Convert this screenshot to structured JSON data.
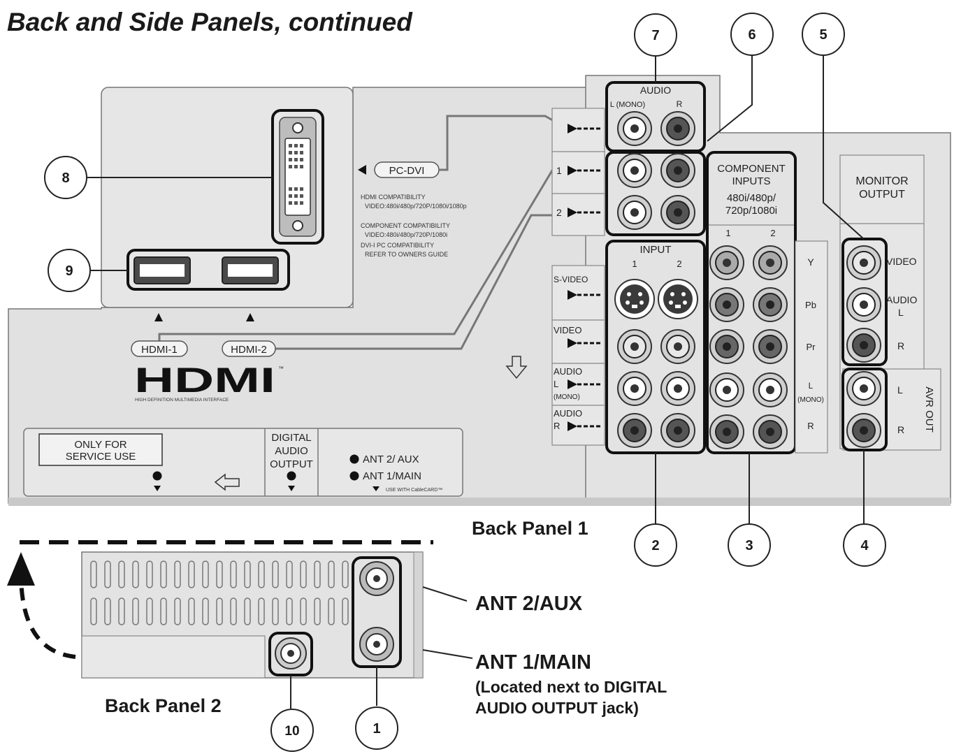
{
  "title": "Back and Side Panels, continued",
  "callouts": [
    "1",
    "2",
    "3",
    "4",
    "5",
    "6",
    "7",
    "8",
    "9",
    "10"
  ],
  "back_panel_1": {
    "caption": "Back Panel 1",
    "pc_dvi": "PC-DVI",
    "compat": {
      "hdmi_title": "HDMI COMPATIBILITY",
      "hdmi_video": "VIDEO:480i/480p/720P/1080i/1080p",
      "comp_title": "COMPONENT COMPATIBILITY",
      "comp_video": "VIDEO:480i/480p/720P/1080i",
      "dvi_title": "DVI-I PC  COMPATIBILITY",
      "dvi_ref": "REFER TO OWNERS GUIDE"
    },
    "hdmi1": "HDMI-1",
    "hdmi2": "HDMI-2",
    "hdmi_logo": "HDMI",
    "hdmi_tm": "™",
    "hdmi_sub": "HIGH DEFINITION MULTIMEDIA INTERFACE",
    "service_line1": "ONLY FOR",
    "service_line2": "SERVICE USE",
    "digital1": "DIGITAL",
    "digital2": "AUDIO",
    "digital3": "OUTPUT",
    "ant2": "ANT 2/ AUX",
    "ant1": "ANT 1/MAIN",
    "cablecard": "USE WITH CableCARD™",
    "audio": "AUDIO",
    "audio_l": "L (MONO)",
    "audio_r": "R",
    "row1": "1",
    "row2": "2",
    "input": "INPUT",
    "in1": "1",
    "in2": "2",
    "svideo": "S-VIDEO",
    "video": "VIDEO",
    "audio_l_left": "AUDIO",
    "l_mark": "L",
    "mono": "(MONO)",
    "audio_r_left": "AUDIO",
    "r_mark": "R",
    "component1": "COMPONENT",
    "component2": "INPUTS",
    "component3": "480i/480p/",
    "component4": "720p/1080i",
    "comp_col1": "1",
    "comp_col2": "2",
    "y": "Y",
    "pb": "Pb",
    "pr": "Pr",
    "comp_l": "L",
    "comp_mono": "(MONO)",
    "comp_r": "R",
    "monitor1": "MONITOR",
    "monitor2": "OUTPUT",
    "mon_video": "VIDEO",
    "mon_audio": "AUDIO",
    "mon_l": "L",
    "mon_r": "R",
    "avr_l": "L",
    "avr_r": "R",
    "avr_out": "AVR OUT"
  },
  "back_panel_2": {
    "caption": "Back Panel 2",
    "ant2_aux": "ANT 2/AUX",
    "ant1_main": "ANT 1/MAIN",
    "note1": "(Located next to DIGITAL",
    "note2": "AUDIO OUTPUT jack)"
  }
}
